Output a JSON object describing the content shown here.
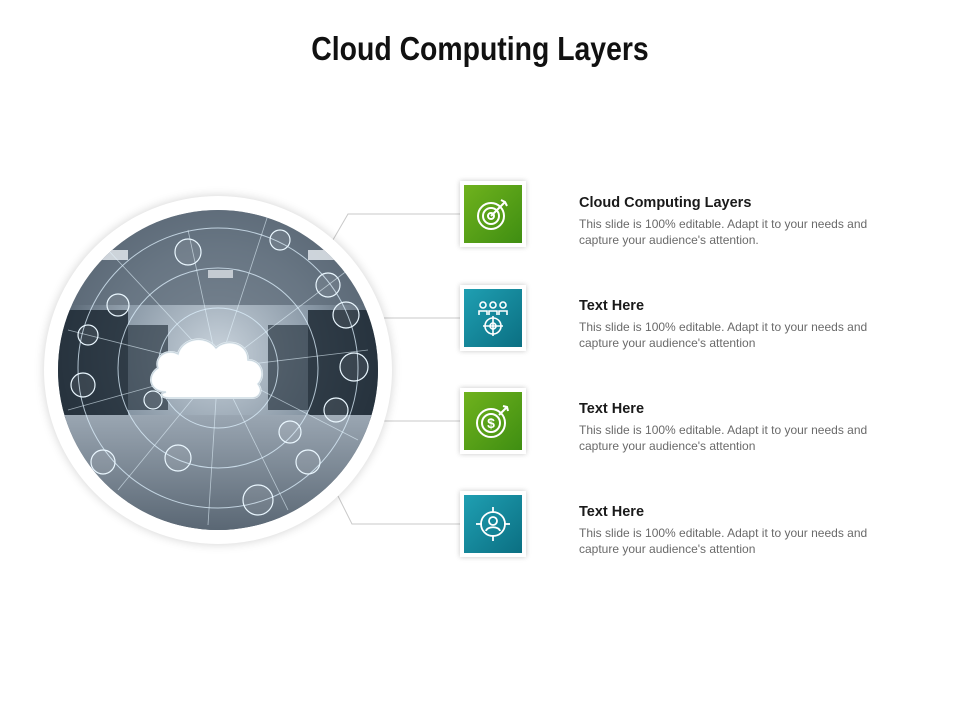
{
  "slide": {
    "title": "Cloud Computing Layers"
  },
  "hero": {
    "image_subject": "cloud network over data center",
    "icon": "cloud-icon"
  },
  "items": [
    {
      "title": "Cloud Computing Layers",
      "description": "This slide is 100% editable. Adapt it to your needs and capture your audience's attention.",
      "icon": "target-arrow-icon",
      "color": "#5ea51a"
    },
    {
      "title": "Text Here",
      "description": "This slide is 100% editable. Adapt it to your needs and capture your audience's attention",
      "icon": "team-target-icon",
      "color": "#16899c"
    },
    {
      "title": "Text Here",
      "description": "This slide is 100% editable. Adapt it to your needs and capture your audience's attention",
      "icon": "dollar-target-icon",
      "color": "#5ea51a"
    },
    {
      "title": "Text Here",
      "description": "This slide is 100% editable. Adapt it to your needs and capture your audience's attention",
      "icon": "user-target-icon",
      "color": "#16899c"
    }
  ]
}
